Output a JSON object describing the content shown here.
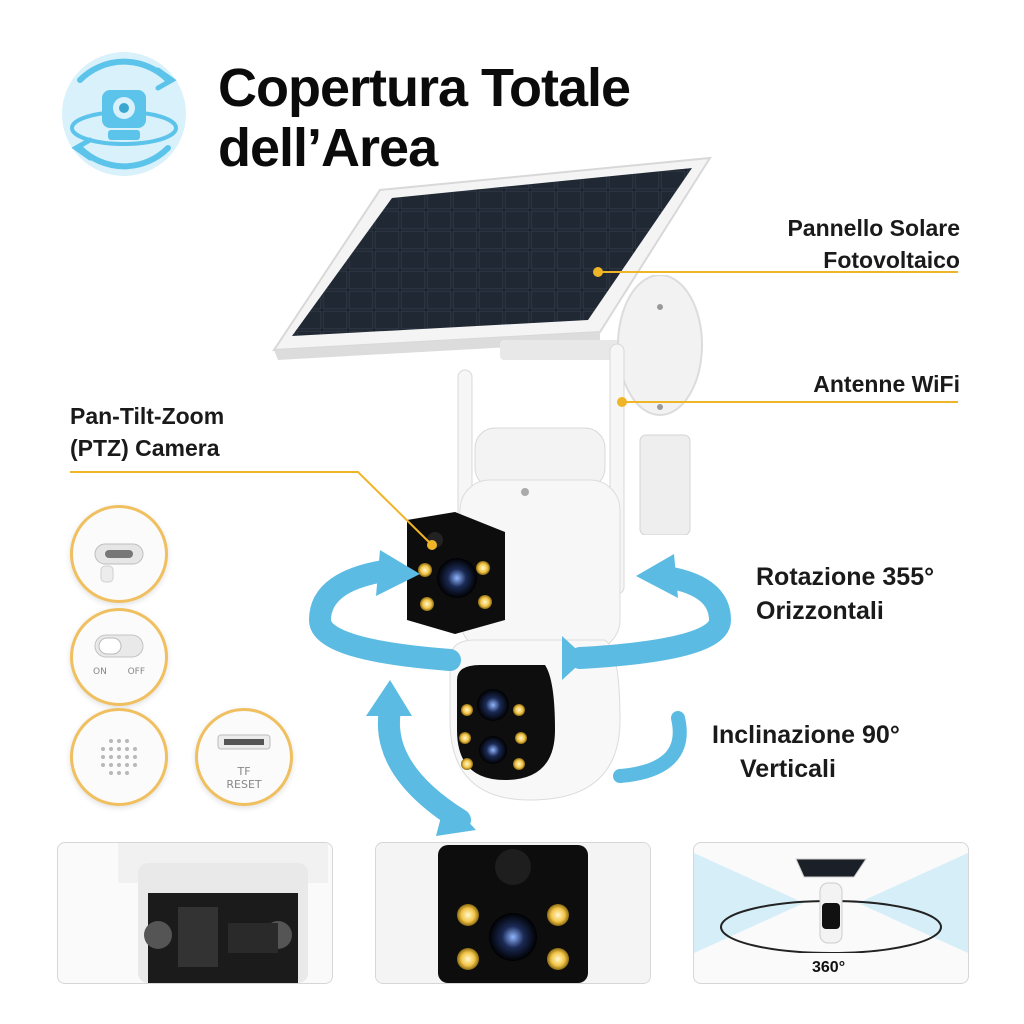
{
  "title": {
    "line1": "Copertura Totale",
    "line2": "dell’Area"
  },
  "callouts": {
    "solar_line1": "Pannello Solare",
    "solar_line2": "Fotovoltaico",
    "antenna": "Antenne WiFi",
    "ptz_line1": "Pan-Tilt-Zoom",
    "ptz_line2": "(PTZ) Camera",
    "rotation_line1": "Rotazione 355°",
    "rotation_line2": "Orizzontali",
    "tilt_line1": "Inclinazione 90°",
    "tilt_line2": "Verticali"
  },
  "controls": {
    "switch_on": "ON",
    "switch_off": "OFF",
    "tf_label": "TF",
    "reset_label": "RESET"
  },
  "thumbnails": {
    "coverage_label": "360°"
  },
  "colors": {
    "accent_gold": "#f0b429",
    "arrow_blue": "#5bbbe3",
    "icon_blue": "#5cc4ea"
  }
}
